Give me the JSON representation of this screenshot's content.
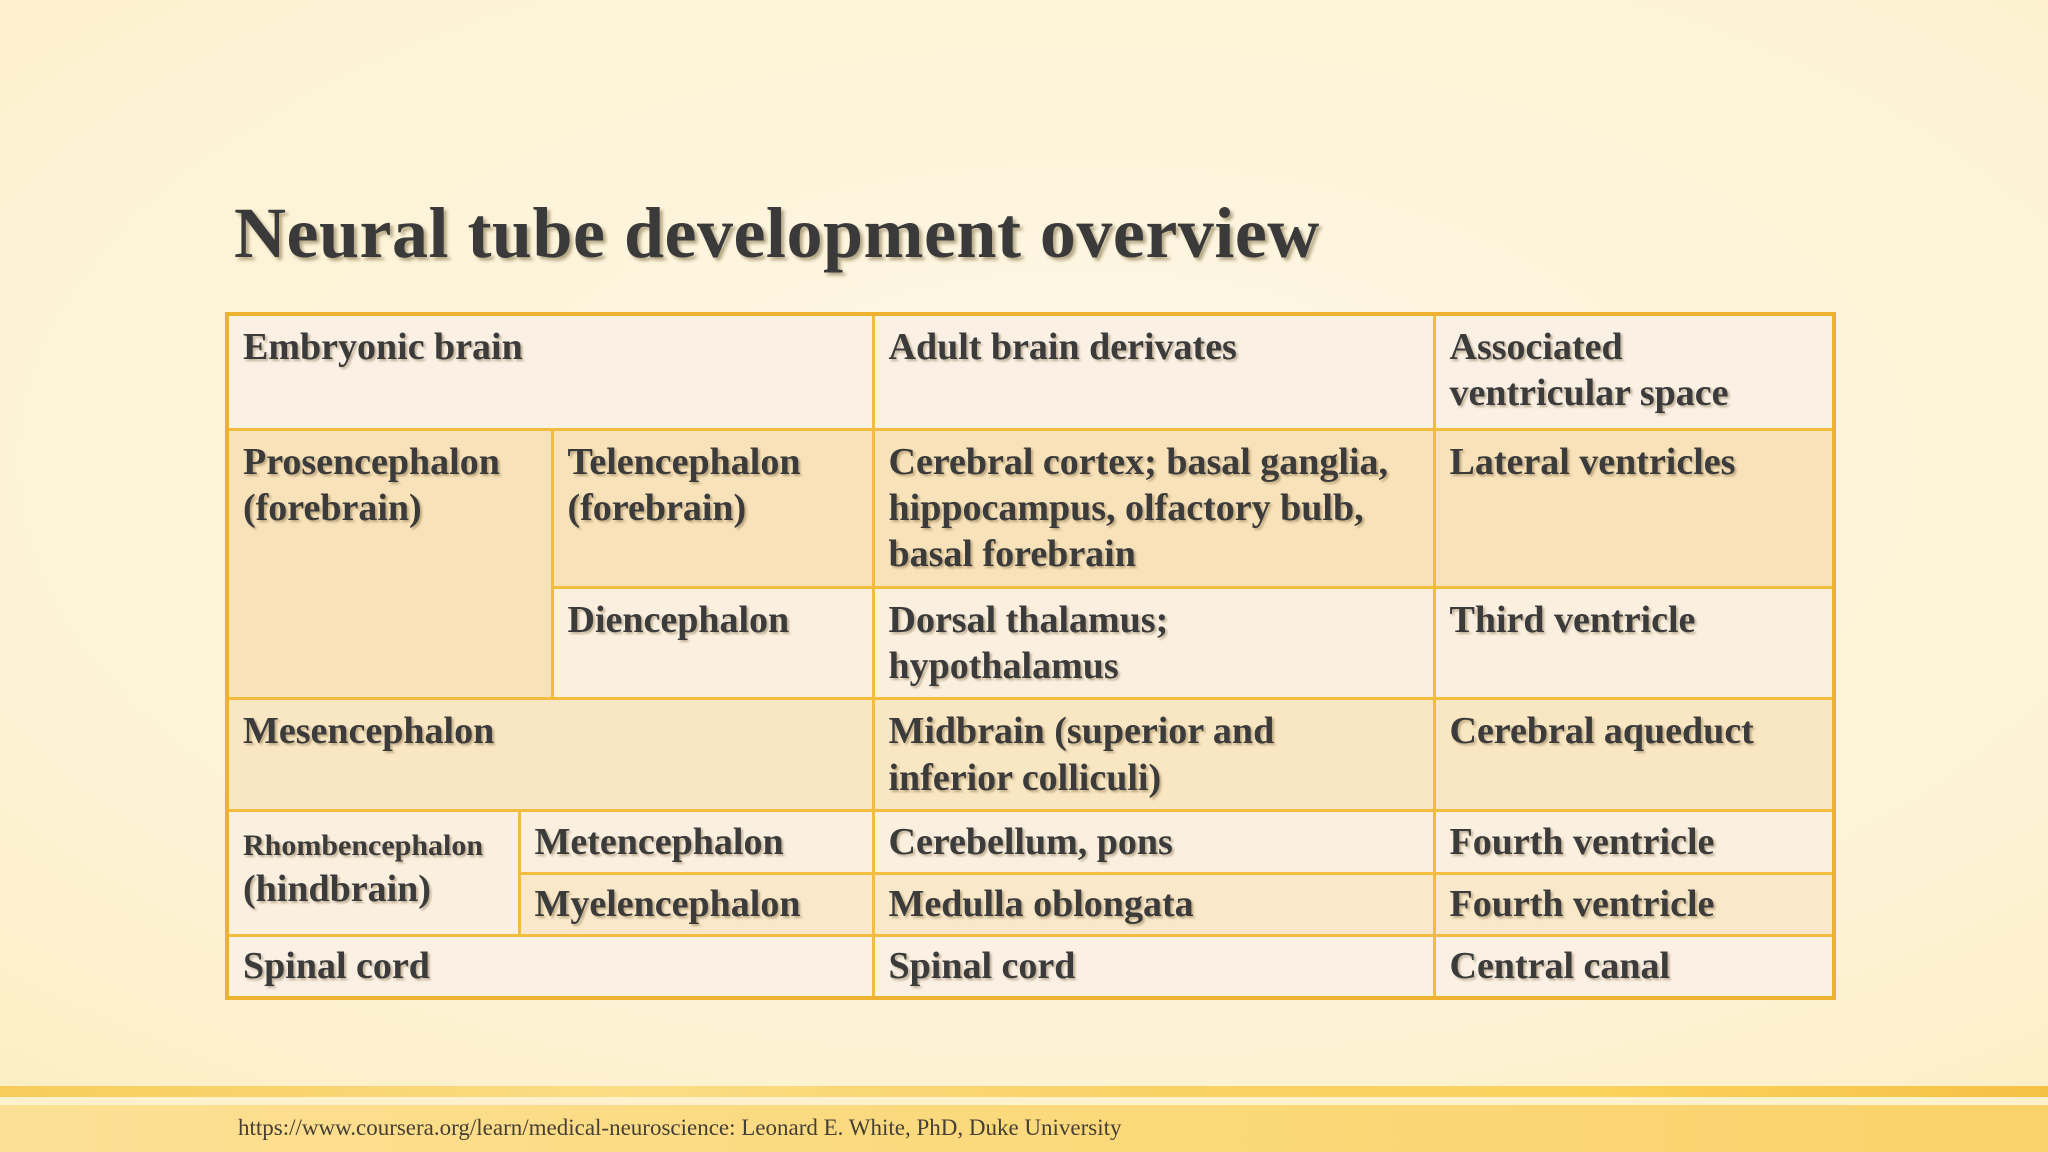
{
  "slide": {
    "title": "Neural tube development overview",
    "footer_source": "https://www.coursera.org/learn/medical-neuroscience: Leonard E. White, PhD, Duke University"
  },
  "table": {
    "headers": {
      "embryonic": "Embryonic brain",
      "adult": "Adult brain derivates",
      "ventricular": "Associated\nventricular space"
    },
    "forebrain": {
      "parent": "Prosencephalon\n(forebrain)",
      "telencephalon": {
        "name": "Telencephalon\n(forebrain)",
        "adult": "Cerebral cortex; basal ganglia,\nhippocampus, olfactory bulb,\nbasal forebrain",
        "ventricle": "Lateral ventricles"
      },
      "diencephalon": {
        "name": "Diencephalon",
        "adult": "Dorsal thalamus;\nhypothalamus",
        "ventricle": "Third ventricle"
      }
    },
    "midbrain": {
      "name": "Mesencephalon",
      "adult": "Midbrain (superior and\ninferior colliculi)",
      "ventricle": "Cerebral aqueduct"
    },
    "hindbrain": {
      "parent_name": "Rhombencephalon",
      "parent_qualifier": "(hindbrain)",
      "metencephalon": {
        "name": "Metencephalon",
        "adult": "Cerebellum, pons",
        "ventricle": "Fourth ventricle"
      },
      "myelencephalon": {
        "name": "Myelencephalon",
        "adult": "Medulla oblongata",
        "ventricle": "Fourth ventricle"
      }
    },
    "spinal": {
      "name": "Spinal cord",
      "adult": "Spinal cord",
      "ventricle": "Central canal"
    }
  },
  "colors": {
    "background_edge": "#fde8a6",
    "background_center": "#fdf7e6",
    "table_border": "#f2bc3e",
    "table_outer_border": "#eeb231",
    "row_cream": "#faf0e4",
    "row_tan": "#f8e2ba",
    "row_tan_light": "#f9e8c9",
    "text": "#3b3b3b",
    "accent_band_gold": "#f7cc59",
    "footer_strip": "#fbda7e"
  }
}
